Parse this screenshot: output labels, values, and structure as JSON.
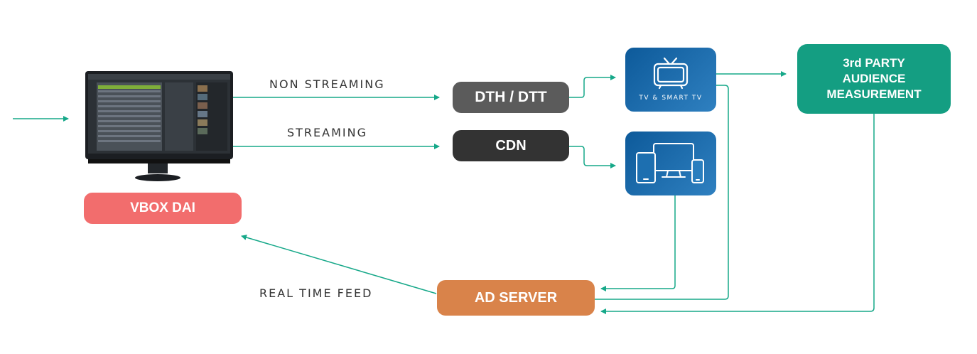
{
  "nodes": {
    "vbox": "VBOX DAI",
    "dth": "DTH / DTT",
    "cdn": "CDN",
    "tv": "TV & SMART TV",
    "audience": [
      "3rd PARTY",
      "AUDIENCE",
      "MEASUREMENT"
    ],
    "ad_server": "AD SERVER"
  },
  "edges": {
    "non_streaming": "NON STREAMING",
    "streaming": "STREAMING",
    "real_time_feed": "REAL TIME FEED"
  },
  "colors": {
    "arrow": "#16a889",
    "vbox": "#f26d6d",
    "dth": "#5b5b5b",
    "cdn": "#333333",
    "audience": "#149e82",
    "ad_server": "#d9834a",
    "tile": "#1466a8"
  },
  "icons": [
    "monitor-icon",
    "tv-icon",
    "devices-icon"
  ]
}
